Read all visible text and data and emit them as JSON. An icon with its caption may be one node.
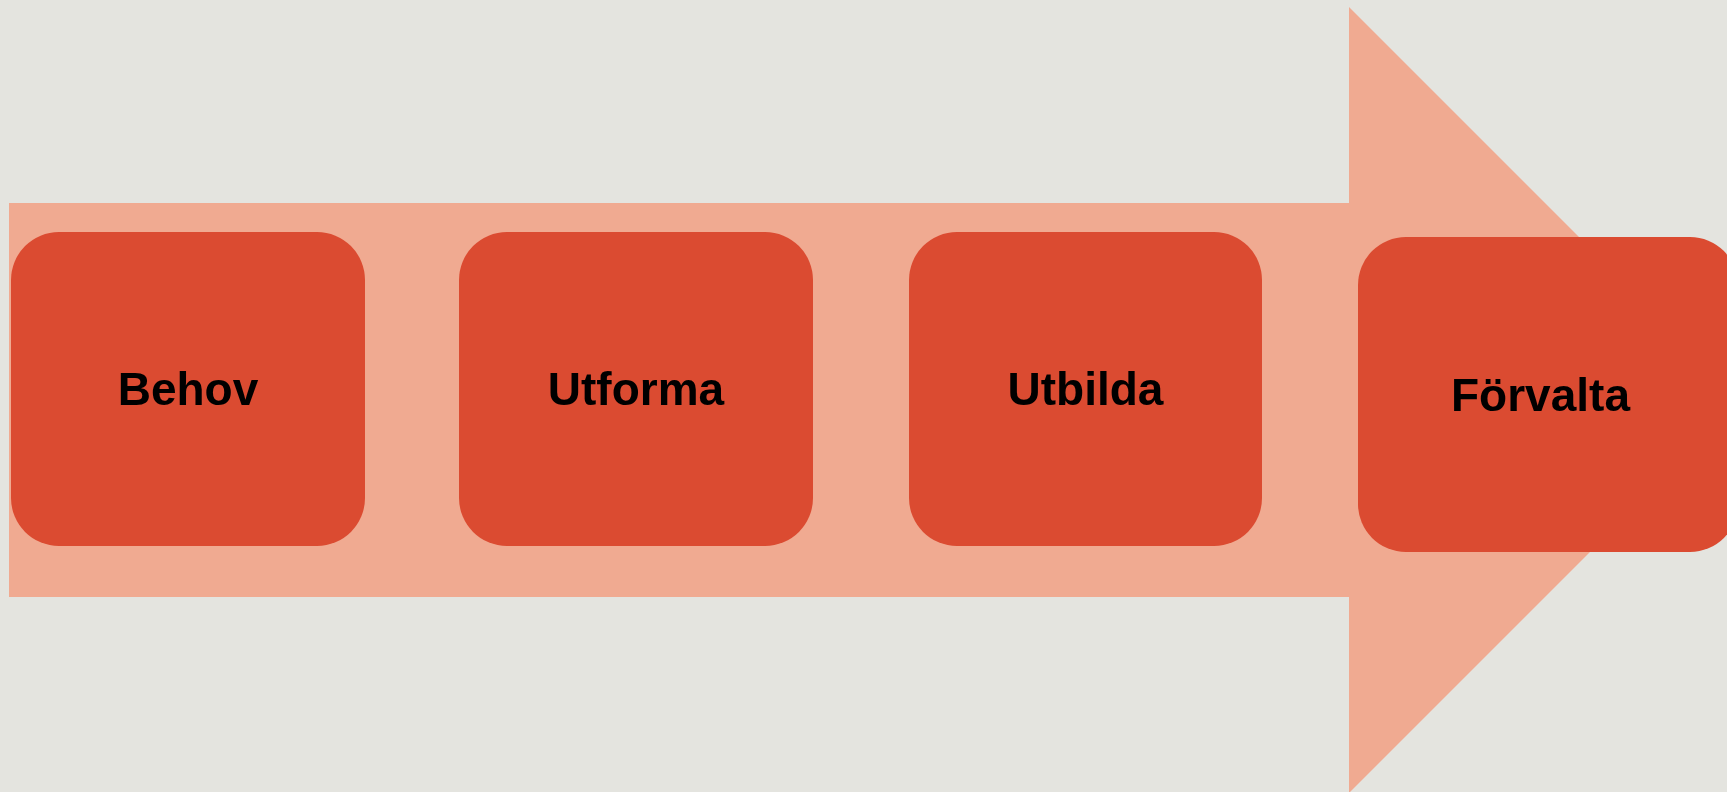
{
  "diagram": {
    "nodes": [
      {
        "text": [
          "Behov"
        ]
      },
      {
        "text": [
          "Utforma"
        ]
      },
      {
        "text": [
          "Utbilda"
        ]
      },
      {
        "text": [
          "Förvalta"
        ]
      }
    ],
    "edges": [
      {
        "from": 0,
        "to": 3,
        "arrow": "to"
      }
    ]
  }
}
